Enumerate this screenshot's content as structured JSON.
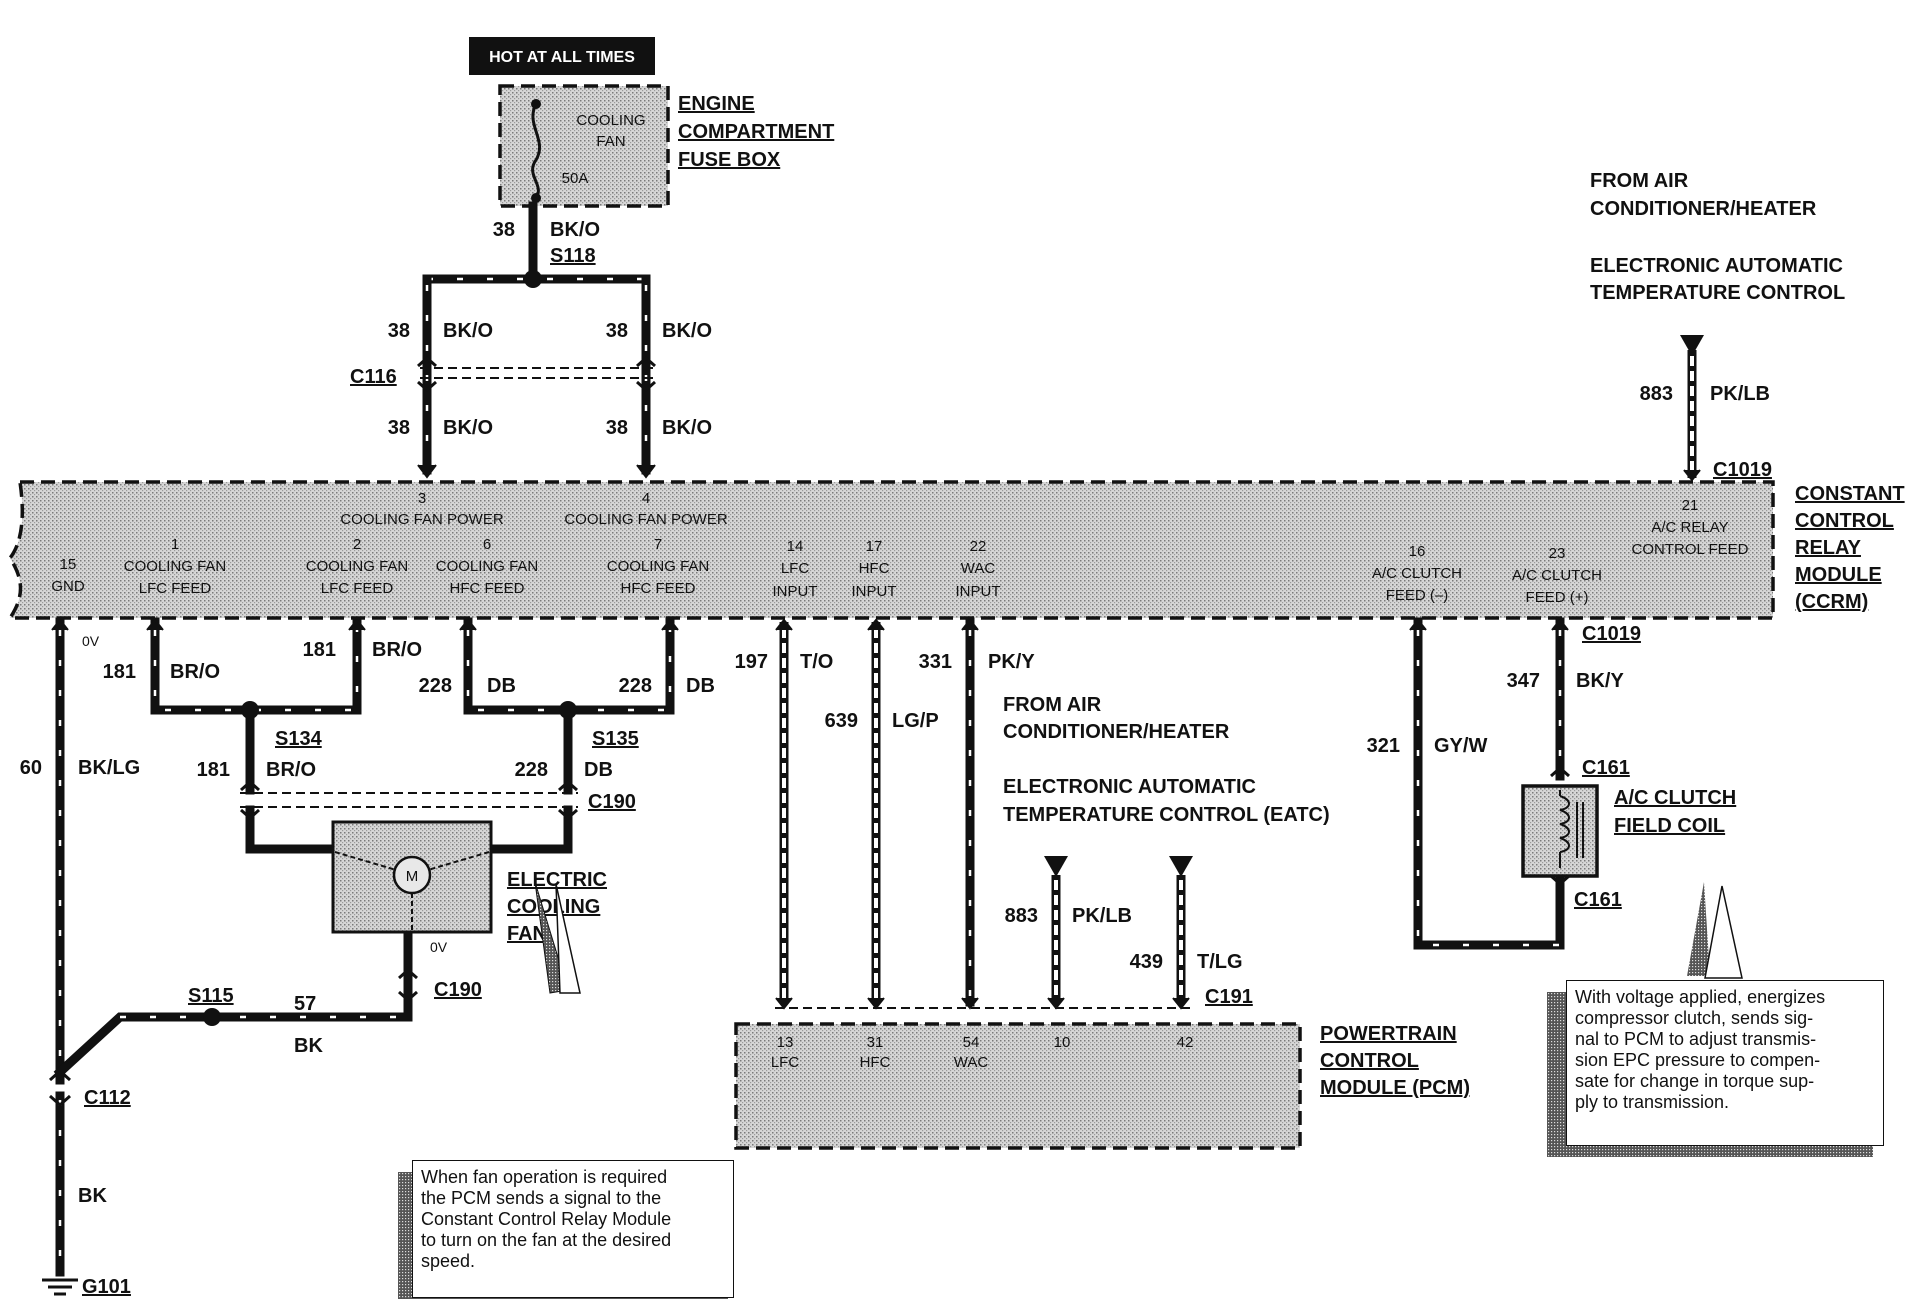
{
  "hot_label": "HOT AT ALL TIMES",
  "fuse_box": {
    "name_lines": [
      "ENGINE",
      "COMPARTMENT",
      "FUSE BOX"
    ],
    "fuse_lines": [
      "COOLING",
      "FAN"
    ],
    "fuse_rating": "50A"
  },
  "splices": [
    "S118",
    "S134",
    "S135",
    "S115"
  ],
  "connectors": [
    "C116",
    "C1019",
    "C1019",
    "C190",
    "C190",
    "C161",
    "C161",
    "C191",
    "C112"
  ],
  "ground": "G101",
  "wires": [
    {
      "circuit": "38",
      "color": "BK/O"
    },
    {
      "circuit": "38",
      "color": "BK/O"
    },
    {
      "circuit": "38",
      "color": "BK/O"
    },
    {
      "circuit": "38",
      "color": "BK/O"
    },
    {
      "circuit": "38",
      "color": "BK/O"
    },
    {
      "circuit": "883",
      "color": "PK/LB"
    },
    {
      "circuit": "181",
      "color": "BR/O"
    },
    {
      "circuit": "181",
      "color": "BR/O"
    },
    {
      "circuit": "181",
      "color": "BR/O"
    },
    {
      "circuit": "228",
      "color": "DB"
    },
    {
      "circuit": "228",
      "color": "DB"
    },
    {
      "circuit": "228",
      "color": "DB"
    },
    {
      "circuit": "60",
      "color": "BK/LG"
    },
    {
      "circuit": "197",
      "color": "T/O"
    },
    {
      "circuit": "639",
      "color": "LG/P"
    },
    {
      "circuit": "331",
      "color": "PK/Y"
    },
    {
      "circuit": "883",
      "color": "PK/LB"
    },
    {
      "circuit": "439",
      "color": "T/LG"
    },
    {
      "circuit": "321",
      "color": "GY/W"
    },
    {
      "circuit": "347",
      "color": "BK/Y"
    },
    {
      "circuit": "57",
      "color": "BK"
    },
    {
      "circuit": "",
      "color": "BK"
    }
  ],
  "ccrm": {
    "name_lines": [
      "CONSTANT",
      "CONTROL",
      "RELAY",
      "MODULE",
      "(CCRM)"
    ],
    "pins": [
      {
        "num": "3",
        "lines": [
          "COOLING FAN POWER"
        ]
      },
      {
        "num": "4",
        "lines": [
          "COOLING FAN POWER"
        ]
      },
      {
        "num": "15",
        "lines": [
          "GND"
        ]
      },
      {
        "num": "1",
        "lines": [
          "COOLING  FAN",
          "LFC  FEED"
        ]
      },
      {
        "num": "2",
        "lines": [
          "COOLING FAN",
          "LFC  FEED"
        ]
      },
      {
        "num": "6",
        "lines": [
          "COOLING FAN",
          "HFC  FEED"
        ]
      },
      {
        "num": "7",
        "lines": [
          "COOLING FAN",
          "HFC  FEED"
        ]
      },
      {
        "num": "14",
        "lines": [
          "LFC",
          "INPUT"
        ]
      },
      {
        "num": "17",
        "lines": [
          "HFC",
          "INPUT"
        ]
      },
      {
        "num": "22",
        "lines": [
          "WAC",
          "INPUT"
        ]
      },
      {
        "num": "16",
        "lines": [
          "A/C CLUTCH",
          "FEED (–)"
        ]
      },
      {
        "num": "23",
        "lines": [
          "A/C CLUTCH",
          "FEED (+)"
        ]
      },
      {
        "num": "21",
        "lines": [
          "A/C RELAY",
          "CONTROL  FEED"
        ]
      }
    ]
  },
  "source_top": [
    "FROM AIR",
    "CONDITIONER/HEATER",
    "ELECTRONIC AUTOMATIC",
    "TEMPERATURE CONTROL"
  ],
  "source_mid": [
    "FROM AIR",
    "CONDITIONER/HEATER",
    "ELECTRONIC AUTOMATIC",
    "TEMPERATURE CONTROL (EATC)"
  ],
  "fan": {
    "name_lines": [
      "ELECTRIC",
      "COOLING",
      "FAN"
    ],
    "motor": "M"
  },
  "voltages": [
    "0V",
    "0V"
  ],
  "pcm": {
    "name_lines": [
      "POWERTRAIN",
      "CONTROL",
      "MODULE (PCM)"
    ],
    "pins": [
      {
        "num": "13",
        "name": "LFC"
      },
      {
        "num": "31",
        "name": "HFC"
      },
      {
        "num": "54",
        "name": "WAC"
      },
      {
        "num": "10",
        "name": ""
      },
      {
        "num": "42",
        "name": ""
      }
    ]
  },
  "clutch": {
    "name_lines": [
      "A/C CLUTCH",
      "FIELD COIL"
    ]
  },
  "notes": {
    "fan": [
      "When fan operation is required",
      "the PCM sends a signal to the",
      "Constant Control Relay Module",
      "to turn on the fan at the desired",
      "speed."
    ],
    "clutch": [
      "With voltage applied, energizes",
      "compressor clutch, sends sig-",
      "nal to PCM to adjust transmis-",
      "sion EPC pressure to compen-",
      "sate for change in torque sup-",
      "ply to transmission."
    ]
  }
}
